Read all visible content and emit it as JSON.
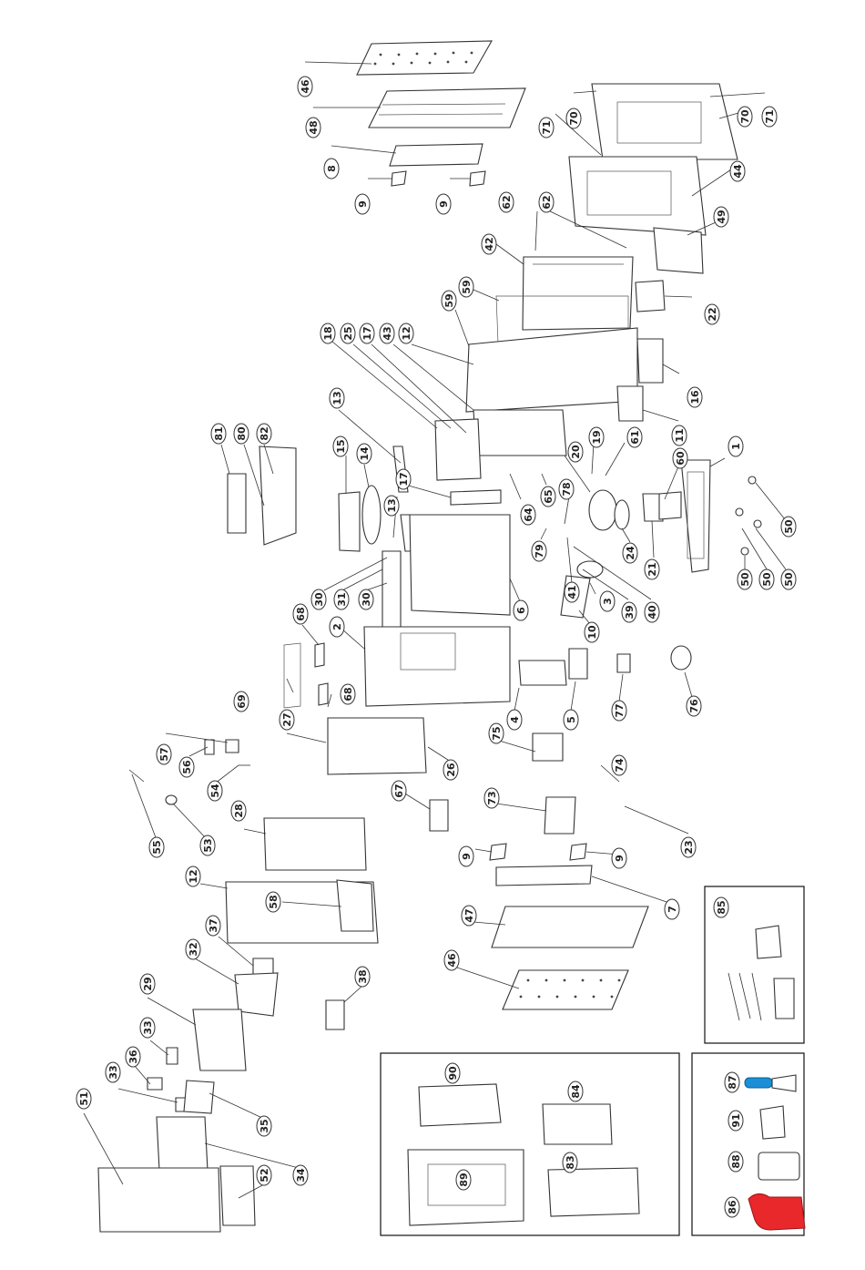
{
  "callouts": [
    {
      "id": "c46a",
      "label": "46"
    },
    {
      "id": "c48",
      "label": "48"
    },
    {
      "id": "c8",
      "label": "8"
    },
    {
      "id": "c9a",
      "label": "9"
    },
    {
      "id": "c9b",
      "label": "9"
    },
    {
      "id": "c70a",
      "label": "70"
    },
    {
      "id": "c71a",
      "label": "71"
    },
    {
      "id": "c70b",
      "label": "70"
    },
    {
      "id": "c71b",
      "label": "71"
    },
    {
      "id": "c44",
      "label": "44"
    },
    {
      "id": "c49",
      "label": "49"
    },
    {
      "id": "c62a",
      "label": "62"
    },
    {
      "id": "c62b",
      "label": "62"
    },
    {
      "id": "c42",
      "label": "42"
    },
    {
      "id": "c59a",
      "label": "59"
    },
    {
      "id": "c59b",
      "label": "59"
    },
    {
      "id": "c22",
      "label": "22"
    },
    {
      "id": "c18",
      "label": "18"
    },
    {
      "id": "c25",
      "label": "25"
    },
    {
      "id": "c17a",
      "label": "17"
    },
    {
      "id": "c43",
      "label": "43"
    },
    {
      "id": "c12a",
      "label": "12"
    },
    {
      "id": "c16",
      "label": "16"
    },
    {
      "id": "c13a",
      "label": "13"
    },
    {
      "id": "c11",
      "label": "11"
    },
    {
      "id": "c81",
      "label": "81"
    },
    {
      "id": "c80",
      "label": "80"
    },
    {
      "id": "c82",
      "label": "82"
    },
    {
      "id": "c15",
      "label": "15"
    },
    {
      "id": "c14",
      "label": "14"
    },
    {
      "id": "c17b",
      "label": "17"
    },
    {
      "id": "c20",
      "label": "20"
    },
    {
      "id": "c19",
      "label": "19"
    },
    {
      "id": "c61",
      "label": "61"
    },
    {
      "id": "c1",
      "label": "1"
    },
    {
      "id": "c64",
      "label": "64"
    },
    {
      "id": "c65",
      "label": "65"
    },
    {
      "id": "c78",
      "label": "78"
    },
    {
      "id": "c60",
      "label": "60"
    },
    {
      "id": "c13b",
      "label": "13"
    },
    {
      "id": "c79",
      "label": "79"
    },
    {
      "id": "c24",
      "label": "24"
    },
    {
      "id": "c21",
      "label": "21"
    },
    {
      "id": "c50a",
      "label": "50"
    },
    {
      "id": "c30a",
      "label": "30"
    },
    {
      "id": "c31",
      "label": "31"
    },
    {
      "id": "c30b",
      "label": "30"
    },
    {
      "id": "c6",
      "label": "6"
    },
    {
      "id": "c41",
      "label": "41"
    },
    {
      "id": "c3",
      "label": "3"
    },
    {
      "id": "c39",
      "label": "39"
    },
    {
      "id": "c40",
      "label": "40"
    },
    {
      "id": "c50b",
      "label": "50"
    },
    {
      "id": "c50c",
      "label": "50"
    },
    {
      "id": "c50d",
      "label": "50"
    },
    {
      "id": "c68a",
      "label": "68"
    },
    {
      "id": "c2",
      "label": "2"
    },
    {
      "id": "c10",
      "label": "10"
    },
    {
      "id": "c69",
      "label": "69"
    },
    {
      "id": "c4",
      "label": "4"
    },
    {
      "id": "c5",
      "label": "5"
    },
    {
      "id": "c77",
      "label": "77"
    },
    {
      "id": "c76",
      "label": "76"
    },
    {
      "id": "c27",
      "label": "27"
    },
    {
      "id": "c68b",
      "label": "68"
    },
    {
      "id": "c26",
      "label": "26"
    },
    {
      "id": "c57",
      "label": "57"
    },
    {
      "id": "c56",
      "label": "56"
    },
    {
      "id": "c75",
      "label": "75"
    },
    {
      "id": "c54",
      "label": "54"
    },
    {
      "id": "c74",
      "label": "74"
    },
    {
      "id": "c67",
      "label": "67"
    },
    {
      "id": "c73",
      "label": "73"
    },
    {
      "id": "c55",
      "label": "55"
    },
    {
      "id": "c53",
      "label": "53"
    },
    {
      "id": "c28",
      "label": "28"
    },
    {
      "id": "c23",
      "label": "23"
    },
    {
      "id": "c9c",
      "label": "9"
    },
    {
      "id": "c9d",
      "label": "9"
    },
    {
      "id": "c12b",
      "label": "12"
    },
    {
      "id": "c58",
      "label": "58"
    },
    {
      "id": "c7",
      "label": "7"
    },
    {
      "id": "c47",
      "label": "47"
    },
    {
      "id": "c37",
      "label": "37"
    },
    {
      "id": "c85",
      "label": "85"
    },
    {
      "id": "c32",
      "label": "32"
    },
    {
      "id": "c46b",
      "label": "46"
    },
    {
      "id": "c38",
      "label": "38"
    },
    {
      "id": "c29",
      "label": "29"
    },
    {
      "id": "c33a",
      "label": "33"
    },
    {
      "id": "c36",
      "label": "36"
    },
    {
      "id": "c33b",
      "label": "33"
    },
    {
      "id": "c90",
      "label": "90"
    },
    {
      "id": "c87",
      "label": "87"
    },
    {
      "id": "c51",
      "label": "51"
    },
    {
      "id": "c35",
      "label": "35"
    },
    {
      "id": "c84",
      "label": "84"
    },
    {
      "id": "c91",
      "label": "91"
    },
    {
      "id": "c89",
      "label": "89"
    },
    {
      "id": "c83",
      "label": "83"
    },
    {
      "id": "c88",
      "label": "88"
    },
    {
      "id": "c34",
      "label": "34"
    },
    {
      "id": "c52",
      "label": "52"
    },
    {
      "id": "c86",
      "label": "86"
    }
  ],
  "colors": {
    "handle_blue": "#1b8fd6",
    "glove_red": "#e8282b",
    "line": "#333333"
  }
}
